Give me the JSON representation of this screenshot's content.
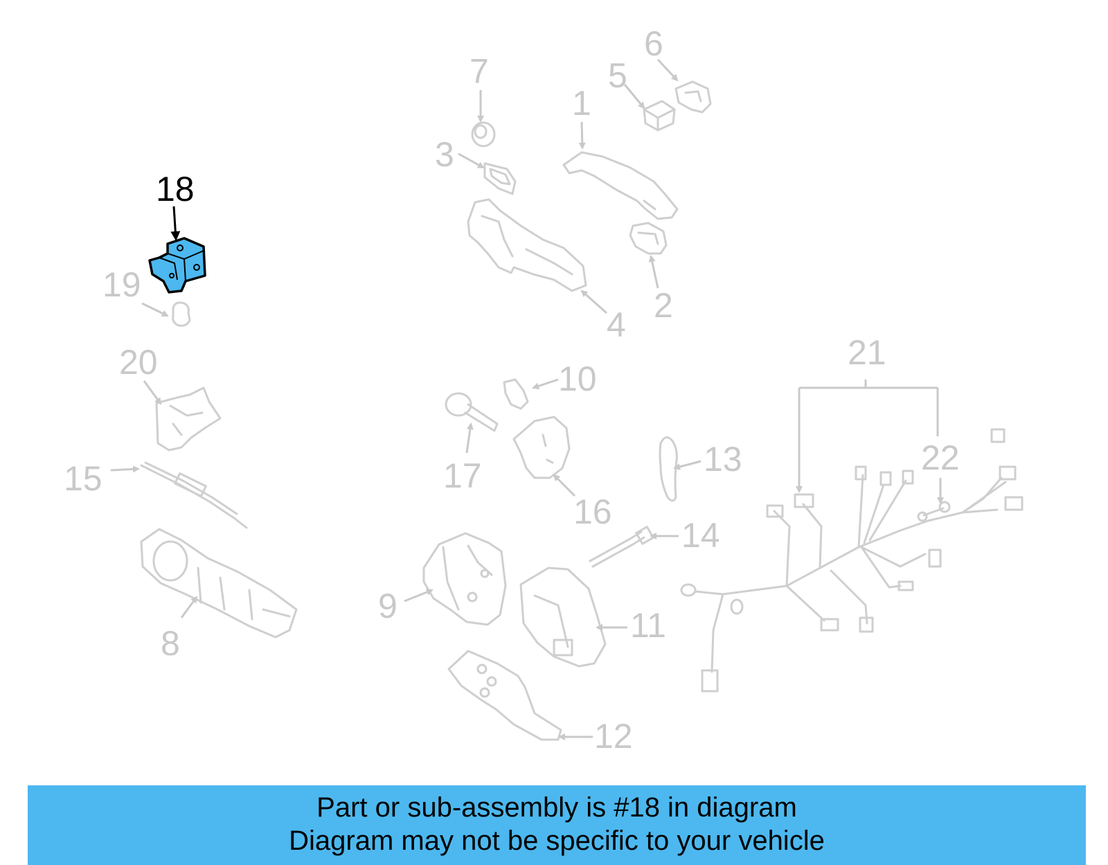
{
  "diagram": {
    "highlight_color": "#4cb8ef",
    "inactive_color": "#c9c9c9",
    "highlighted_part": "18",
    "callouts": [
      "1",
      "2",
      "3",
      "4",
      "5",
      "6",
      "7",
      "8",
      "9",
      "10",
      "11",
      "12",
      "13",
      "14",
      "15",
      "16",
      "17",
      "18",
      "19",
      "20",
      "21",
      "22"
    ]
  },
  "banner": {
    "line1": "Part or sub-assembly is #18 in diagram",
    "line2": "Diagram may not be specific to your vehicle"
  }
}
